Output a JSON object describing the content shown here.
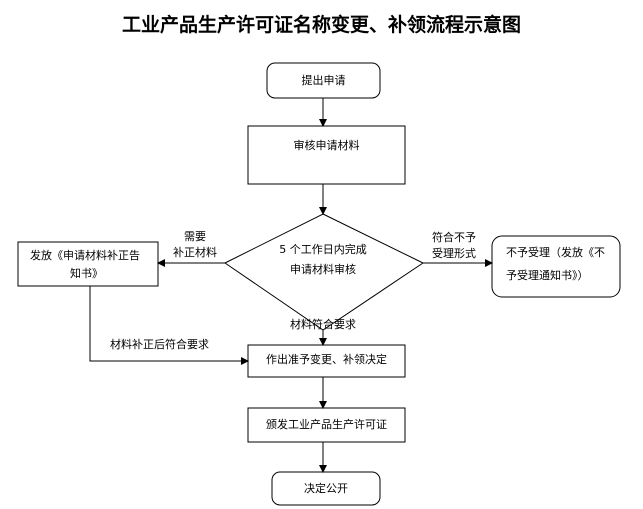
{
  "title": "工业产品生产许可证名称变更、补领流程示意图",
  "nodes": {
    "submit": "提出申请",
    "review_materials": "审核申请材料",
    "decision_line1": "5 个工作日内完成",
    "decision_line2": "申请材料审核",
    "supplement_notice_line1": "发放《申请材料补正告",
    "supplement_notice_line2": "知书》",
    "reject_line1": "不予受理（发放《不",
    "reject_line2": "予受理通知书》）",
    "approve_decision": "作出准予变更、补领决定",
    "issue_license": "颁发工业产品生产许可证",
    "publish": "决定公开"
  },
  "edges": {
    "need_supplement_line1": "需要",
    "need_supplement_line2": "补正材料",
    "reject_cond_line1": "符合不予",
    "reject_cond_line2": "受理形式",
    "materials_ok": "材料符合要求",
    "after_supplement_ok": "材料补正后符合要求"
  }
}
